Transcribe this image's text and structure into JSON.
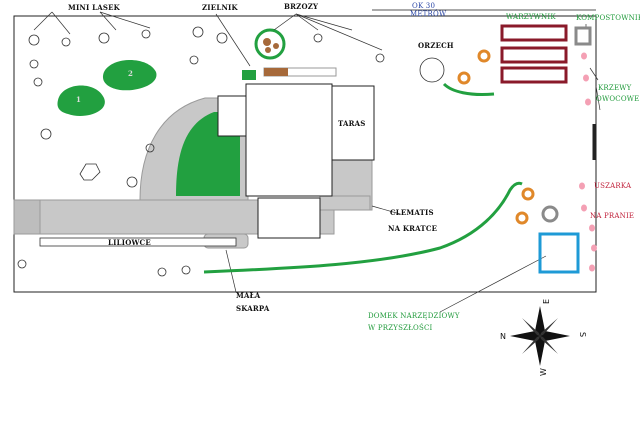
{
  "labels": {
    "mini_lasek": "MINI LASEK",
    "zielnik": "ZIELNIK",
    "brzozy": "BRZOZY",
    "ok_30": "OK 30",
    "metrow": "METRÓW",
    "warzywnik": "WARZYWNIK",
    "kompostownik": "KOMPOSTOWNIK",
    "orzech": "ORZECH",
    "krzewy": "KRZEWY",
    "owocowe": "OWOCOWE",
    "taras": "TARAS",
    "clematis": "CLEMATIS",
    "na_kratce": "NA KRATCE",
    "liliowce": "LILIOWCE",
    "mala": "MAŁA",
    "skarpa": "SKARPA",
    "suszarka": "USZARKA",
    "na_praniu": "NA PRANIE",
    "domek_1": "DOMEK NARZĘDZIOWY",
    "domek_2": "W PRZYSZŁOŚCI",
    "mini_lasek_markers": [
      "1",
      "2"
    ]
  },
  "compass": {
    "n": "N",
    "e": "E",
    "s": "S",
    "w": "W"
  },
  "colors": {
    "path": "#c8c8c8",
    "path_edge": "#9a9a9a",
    "lawn_green": "#22a040",
    "vegetable_bed": "#8a1a2a",
    "compost": "#8a8a8a",
    "shed": "#1e9ad6",
    "shrub_orange": "#e0882a",
    "fruit_pink": "#f4a0b4",
    "label_green": "#1f9a3a",
    "label_blue": "#2a46a6",
    "label_red": "#c0203a"
  }
}
